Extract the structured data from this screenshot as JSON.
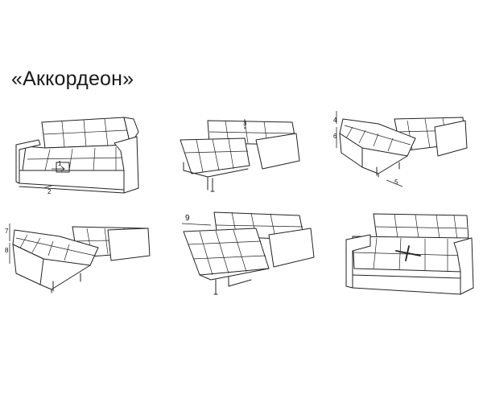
{
  "title": "«Аккордеон»",
  "steps": [
    {
      "marks": [
        "1",
        "2"
      ]
    },
    {
      "marks": [
        "3"
      ]
    },
    {
      "marks": [
        "4",
        "6",
        "5"
      ]
    },
    {
      "marks": [
        "7",
        "8"
      ]
    },
    {
      "marks": [
        "9"
      ]
    },
    {
      "marks": []
    }
  ]
}
